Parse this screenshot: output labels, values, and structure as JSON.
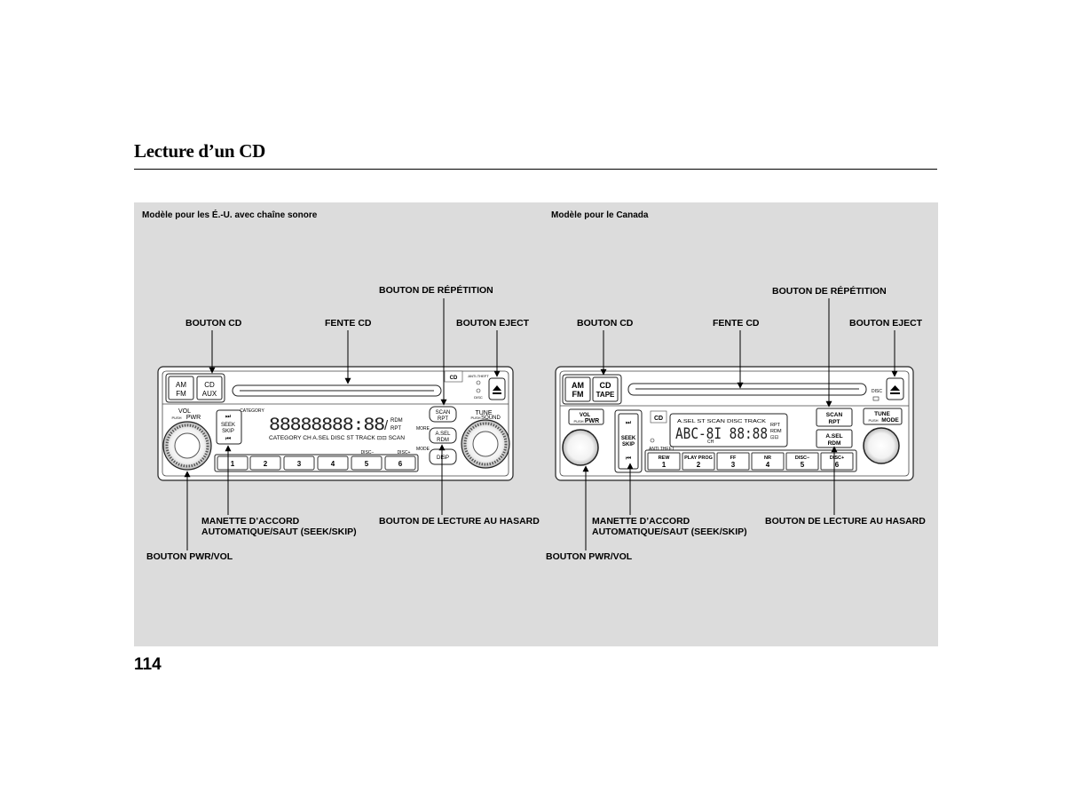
{
  "page": {
    "title": "Lecture d’un CD",
    "number": "114"
  },
  "us_model": {
    "caption": "Modèle pour les É.-U. avec chaîne sonore",
    "labels": {
      "repeat": "BOUTON DE RÉPÉTITION",
      "cd": "BOUTON CD",
      "slot": "FENTE CD",
      "eject": "BOUTON EJECT",
      "seek_1": "MANETTE D’ACCORD",
      "seek_2": "AUTOMATIQUE/SAUT (SEEK/SKIP)",
      "random": "BOUTON DE LECTURE AU HASARD",
      "pwr": "BOUTON PWR/VOL"
    },
    "radio": {
      "am": "AM",
      "fm": "FM",
      "cd": "CD",
      "aux": "AUX",
      "vol": "VOL",
      "push": "PUSH",
      "pwr": "PWR",
      "category": "CATEGORY",
      "seek": "SEEK",
      "skip": "SKIP",
      "display_bottom": "CATEGORY CH  A.SEL  DISC  ST  TRACK ⊡⊡  SCAN",
      "rdm": "RDM",
      "rpt": "RPT",
      "scan": "SCAN",
      "rpt_btn": "RPT",
      "asel": "A.SEL",
      "rdm_btn": "RDM",
      "disp": "DISP",
      "more": "MORE",
      "mode": "MODE",
      "tune": "TUNE",
      "sound": "SOUND",
      "push2": "PUSH",
      "anti_theft": "ANTI-THEFT",
      "disc": "DISC",
      "disc_minus": "DISC−",
      "disc_plus": "DISC+",
      "presets": [
        "1",
        "2",
        "3",
        "4",
        "5",
        "6"
      ]
    }
  },
  "ca_model": {
    "caption": "Modèle pour le Canada",
    "labels": {
      "repeat": "BOUTON DE RÉPÉTITION",
      "cd": "BOUTON CD",
      "slot": "FENTE CD",
      "eject": "BOUTON EJECT",
      "seek_1": "MANETTE D’ACCORD",
      "seek_2": "AUTOMATIQUE/SAUT (SEEK/SKIP)",
      "random": "BOUTON DE LECTURE AU HASARD",
      "pwr": "BOUTON PWR/VOL"
    },
    "radio": {
      "am": "AM",
      "fm": "FM",
      "cd": "CD",
      "tape": "TAPE",
      "vol": "VOL",
      "push": "PUSH",
      "pwr": "PWR",
      "seek": "SEEK",
      "skip": "SKIP",
      "display_top": "A.SEL  ST  SCAN  DISC  TRACK",
      "ch": "CH",
      "rpt": "RPT",
      "rdm": "RDM",
      "anti_theft": "ANTI THEFT",
      "scan": "SCAN",
      "rpt_btn": "RPT",
      "asel": "A.SEL",
      "rdm_btn": "RDM",
      "tune": "TUNE",
      "push2": "PUSH",
      "mode": "MODE",
      "disc": "DISC",
      "presets": [
        {
          "top": "REW",
          "num": "1"
        },
        {
          "top": "PLAY PROG",
          "num": "2"
        },
        {
          "top": "FF",
          "num": "3"
        },
        {
          "top": "NR",
          "num": "4"
        },
        {
          "top": "DISC−",
          "num": "5"
        },
        {
          "top": "DISC+",
          "num": "6"
        }
      ]
    }
  }
}
